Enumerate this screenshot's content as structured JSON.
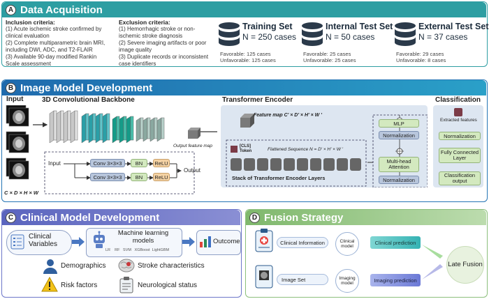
{
  "colors": {
    "teal": "#2d9ea2",
    "blue": "#2474b4",
    "purple": "#6d76c9",
    "green": "#8bbf7b"
  },
  "sectionA": {
    "badge": "A",
    "title": "Data Acquisition",
    "inclusion_title": "Inclusion criteria:",
    "inclusion": [
      "(1) Acute ischemic stroke confirmed by",
      "clinical evaluation",
      "(2) Complete multiparametric brain MRI,",
      "including DWI, ADC, and T2-FLAIR",
      "(3) Available 90-day modified Rankin",
      "Scale assessment"
    ],
    "exclusion_title": "Exclusion criteria:",
    "exclusion": [
      "(1) Hemorrhagic stroke or non-",
      "ischemic stroke diagnosis",
      "(2) Severe imaging artifacts or poor",
      "image quality",
      "(3) Duplicate records or inconsistent",
      "case identifiers"
    ],
    "sets": [
      {
        "title": "Training Set",
        "n": "N =  250 cases",
        "fav": "Favorable: 125 cases",
        "unfav": "Unfavorable: 125 cases"
      },
      {
        "title": "Internal Test Set",
        "n": "N =  50 cases",
        "fav": "Favorable: 25 cases",
        "unfav": "Unfavorable: 25 cases"
      },
      {
        "title": "External Test Set",
        "n": "N =  37 cases",
        "fav": "Favorable: 29 cases",
        "unfav": "Unfavorable: 8 cases"
      }
    ]
  },
  "sectionB": {
    "badge": "B",
    "title": "Image Model Development",
    "input": "Input",
    "input_dims": "C × D × H × W",
    "backbone": "3D Convolutional Backbone",
    "output_map": "Output feature map",
    "input_lbl": "Input",
    "output_lbl": "Output",
    "conv1": "Conv 3×3×3",
    "conv2": "Conv 3×3×3",
    "bn1": "BN",
    "bn2": "BN",
    "relu1": "ReLU",
    "relu2": "ReLU",
    "transformer": "Transformer Encoder",
    "feature_map": "Feature map C' × D' × H' × W '",
    "cls": "[CLS]",
    "cls2": "Token",
    "flattened": "Flattened Sequence N = D' × H' × W '",
    "stack": "Stack of Transformer Encoder Layers",
    "mlp": "MLP",
    "norm1": "Normalization",
    "mha": "Multi-head Attention",
    "norm2": "Normalization",
    "classification": "Classification",
    "extracted": "Extracted features",
    "c_norm": "Normalization",
    "fc": "Fully Connected Layer",
    "cls_out": "Classification output"
  },
  "sectionC": {
    "badge": "C",
    "title": "Clinical Model Development",
    "clinical_vars": "Clinical Variables",
    "ml": "Machine learning models",
    "ml_list": "LR    RF   SVM   XGBoost  LightGBM",
    "outcome": "Outcome",
    "demographics": "Demographics",
    "stroke": "Stroke characteristics",
    "risk": "Risk factors",
    "neuro": "Neurological status"
  },
  "sectionD": {
    "badge": "D",
    "title": "Fusion Strategy",
    "clin_info": "Clinical Information",
    "clin_model": "Clinical model",
    "clin_pred": "Clinical prediction",
    "img_set": "Image Set",
    "img_model": "Imaging model",
    "img_pred": "Imaging prediction",
    "late": "Late Fusion"
  }
}
